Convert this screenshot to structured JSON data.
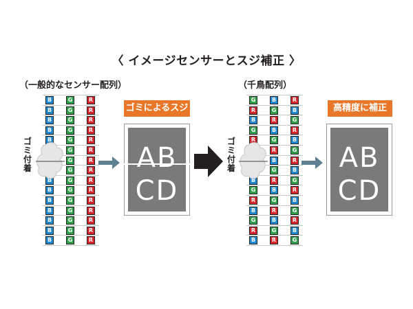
{
  "title": "〈 イメージセンサーとスジ補正 〉",
  "left": {
    "label": "（一般的なセンサー配列）",
    "dust_label": "ゴミ付着",
    "badge": "ゴミによるスジ",
    "columns": [
      [
        "B",
        "B",
        "B",
        "B",
        "B",
        "B",
        "B",
        "B",
        "B",
        "B",
        "B",
        "B",
        "B",
        "B",
        "B"
      ],
      [
        "G",
        "G",
        "G",
        "G",
        "G",
        "G",
        "G",
        "G",
        "G",
        "G",
        "G",
        "G",
        "G",
        "G",
        "G"
      ],
      [
        "R",
        "R",
        "R",
        "R",
        "R",
        "R",
        "R",
        "R",
        "R",
        "R",
        "R",
        "R",
        "R",
        "R",
        "R"
      ]
    ],
    "result_line1": "AB",
    "result_line2": "CD"
  },
  "right": {
    "label": "（千鳥配列）",
    "dust_label": "ゴミ付着",
    "badge": "高精度に補正",
    "columns": [
      [
        "G",
        "R",
        "B",
        "G",
        "R",
        "B",
        "G",
        "R",
        "B",
        "G",
        "R",
        "B",
        "G",
        "R",
        "B"
      ],
      [
        "B",
        "G",
        "R",
        "B",
        "G",
        "R",
        "B",
        "G",
        "R",
        "B",
        "G",
        "R",
        "B",
        "G",
        "R"
      ],
      [
        "R",
        "B",
        "G",
        "R",
        "B",
        "G",
        "R",
        "B",
        "G",
        "R",
        "B",
        "G",
        "R",
        "B",
        "G"
      ]
    ],
    "result_line1": "AB",
    "result_line2": "CD"
  },
  "colors": {
    "blue": "#1e88d0",
    "green": "#2fa04a",
    "red": "#d7262b",
    "badge": "#e8772a",
    "gray": "#7a7a7a",
    "arrow_small": "#5f7f93",
    "arrow_big": "#231f20"
  }
}
